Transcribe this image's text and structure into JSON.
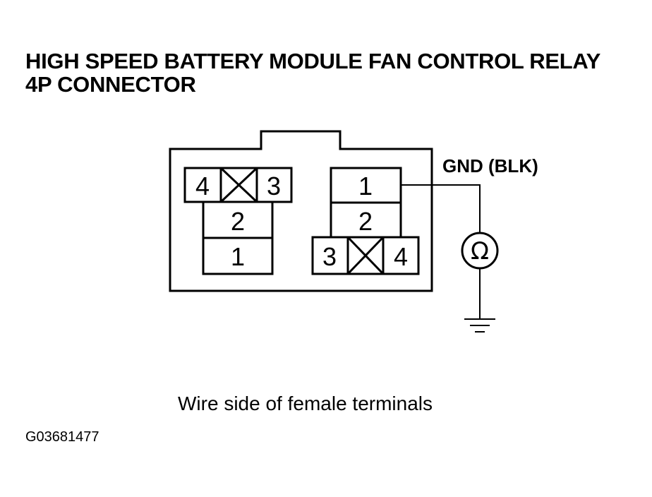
{
  "title": {
    "line1": "HIGH SPEED BATTERY MODULE FAN CONTROL RELAY",
    "line2": "4P CONNECTOR"
  },
  "connector_a": {
    "pins": [
      "4",
      "3",
      "2",
      "1"
    ]
  },
  "connector_b": {
    "pins": [
      "1",
      "2",
      "3",
      "4"
    ]
  },
  "ground_label": "GND (BLK)",
  "meter_symbol": "Ω",
  "caption": "Wire side of female terminals",
  "figure_id": "G03681477"
}
